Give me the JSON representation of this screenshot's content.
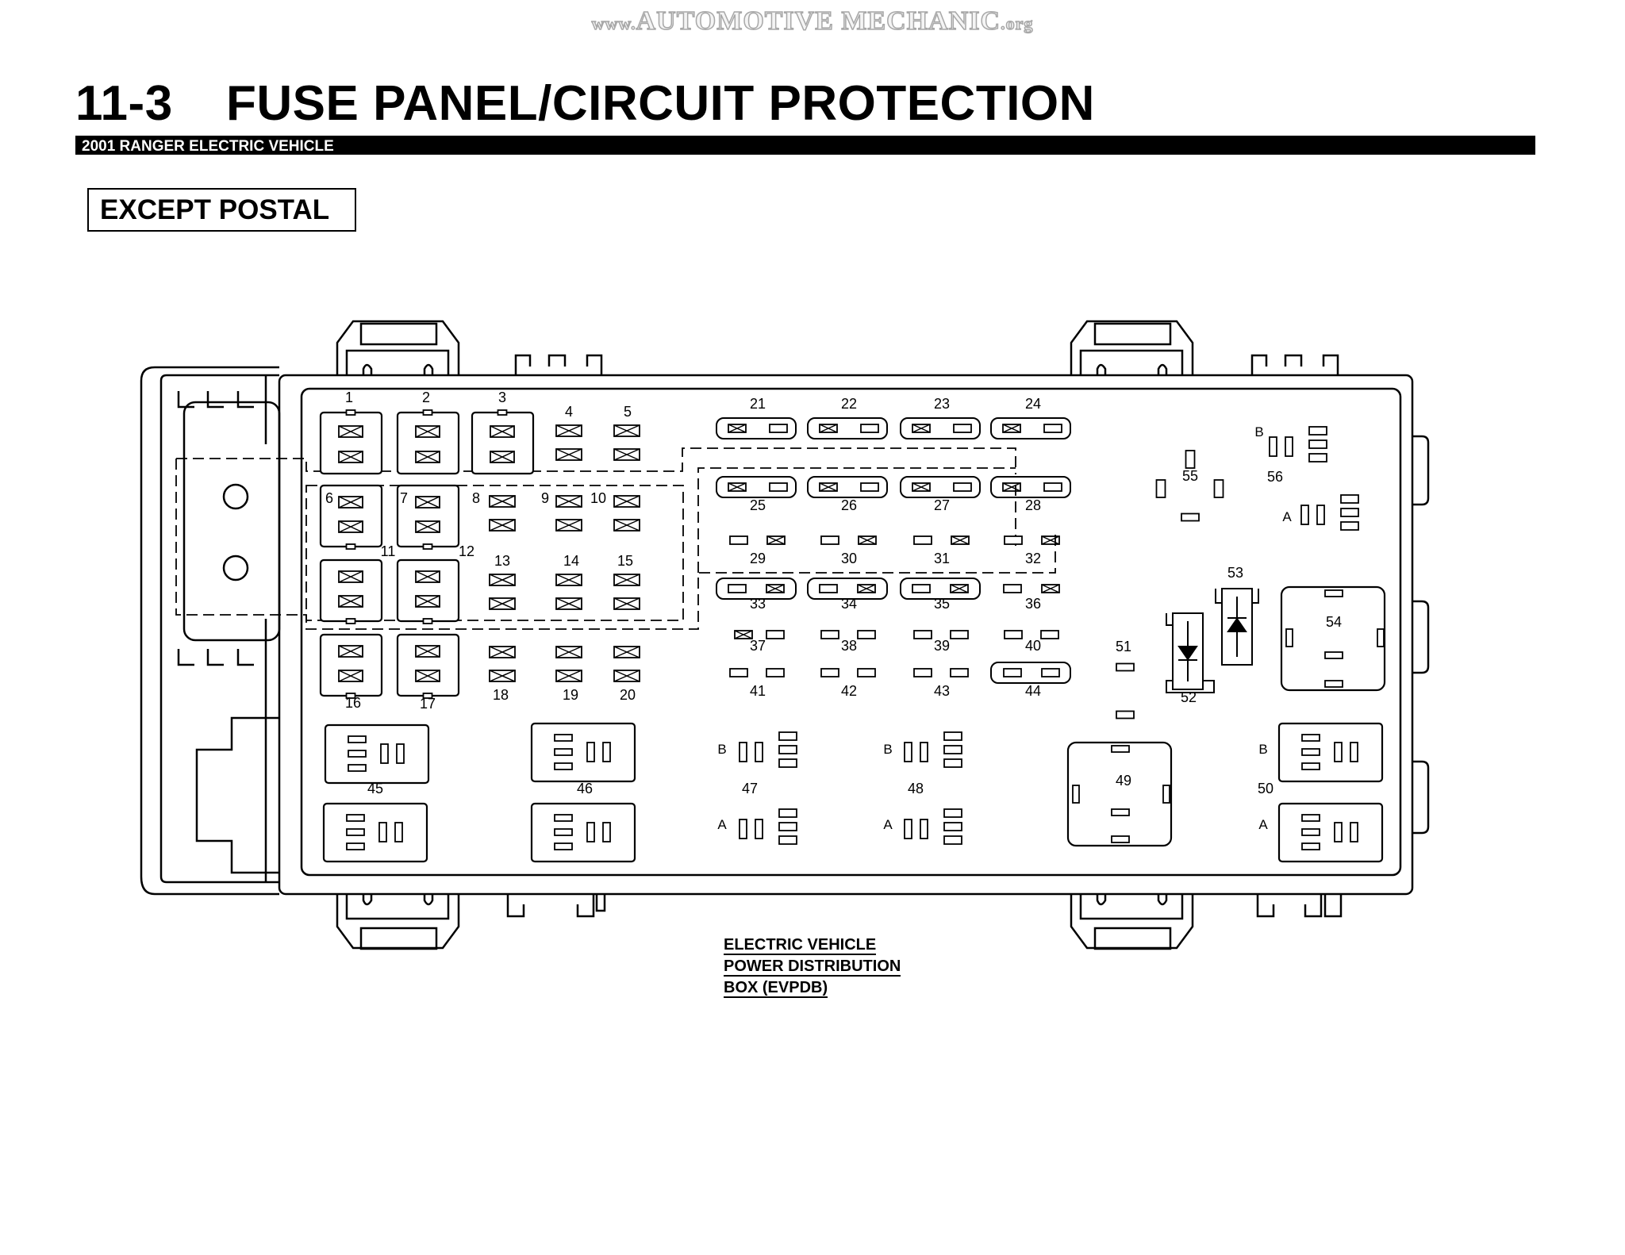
{
  "watermark": {
    "prefix": "www.",
    "main": "AUTOMOTIVE MECHANIC",
    "suffix": ".org"
  },
  "header": {
    "section": "11-3",
    "title": "FUSE PANEL/CIRCUIT PROTECTION",
    "vehicle": "2001 RANGER ELECTRIC VEHICLE"
  },
  "variant": "EXCEPT POSTAL",
  "box_caption": {
    "line1": "ELECTRIC VEHICLE",
    "line2": "POWER DISTRIBUTION",
    "line3": "BOX (EVPDB)"
  },
  "positions": [
    "1",
    "2",
    "3",
    "4",
    "5",
    "6",
    "7",
    "8",
    "9",
    "10",
    "11",
    "12",
    "13",
    "14",
    "15",
    "16",
    "17",
    "18",
    "19",
    "20",
    "21",
    "22",
    "23",
    "24",
    "25",
    "26",
    "27",
    "28",
    "29",
    "30",
    "31",
    "32",
    "33",
    "34",
    "35",
    "36",
    "37",
    "38",
    "39",
    "40",
    "41",
    "42",
    "43",
    "44",
    "45",
    "46",
    "47",
    "48",
    "49",
    "50",
    "51",
    "52",
    "53",
    "54",
    "55",
    "56"
  ],
  "side_labels": {
    "a": "A",
    "b": "B"
  }
}
